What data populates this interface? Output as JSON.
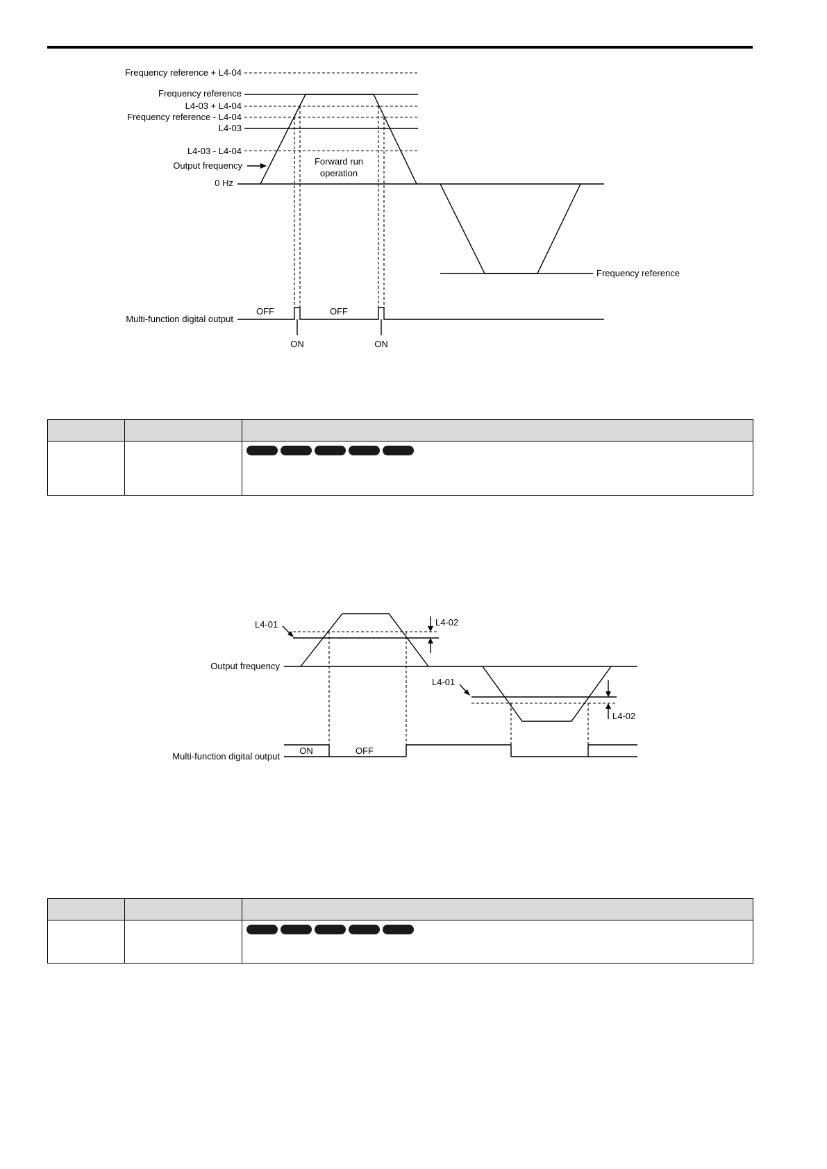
{
  "diagram1": {
    "labels": {
      "freq_ref_plus_l404": "Frequency reference + L4-04",
      "freq_ref": "Frequency reference",
      "l403_plus_l404": "L4-03 + L4-04",
      "freq_ref_minus_l404": "Frequency reference - L4-04",
      "l403": "L4-03",
      "l403_minus_l404": "L4-03 - L4-04",
      "output_frequency": "Output frequency",
      "zero_hz": "0 Hz",
      "forward_run_1": "Forward run",
      "forward_run_2": "operation",
      "freq_ref_right": "Frequency reference",
      "mfdo": "Multi-function digital output",
      "off_1": "OFF",
      "off_2": "OFF",
      "on_1": "ON",
      "on_2": "ON"
    }
  },
  "diagram2": {
    "labels": {
      "l401_a": "L4-01",
      "l402_a": "L4-02",
      "output_frequency": "Output frequency",
      "l401_b": "L4-01",
      "l402_b": "L4-02",
      "mfdo": "Multi-function digital output",
      "on": "ON",
      "off": "OFF"
    }
  },
  "table1": {
    "headers": [
      "",
      "",
      ""
    ],
    "cells": [
      "",
      ""
    ],
    "badge_count": 5
  },
  "table2": {
    "headers": [
      "",
      "",
      ""
    ],
    "cells": [
      "",
      ""
    ],
    "badge_count": 5
  }
}
